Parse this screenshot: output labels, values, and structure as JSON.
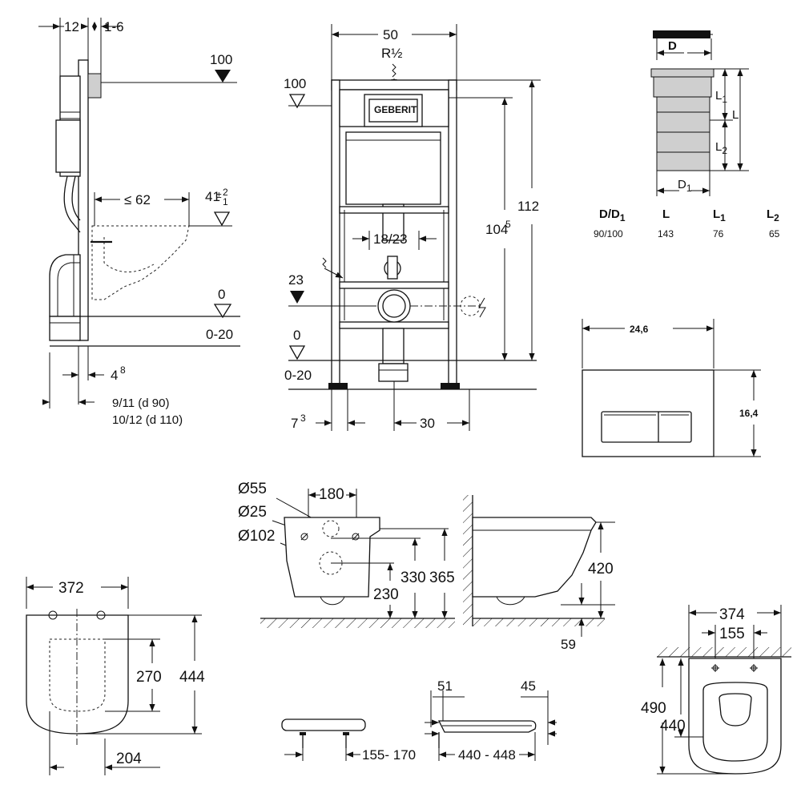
{
  "frame_side": {
    "dim_depth": "12",
    "dim_adjust": "1-6",
    "level_top": "100",
    "dim_max_projection": "≤ 62",
    "dim_height_base": "41",
    "dim_height_plus": "2",
    "dim_height_minus": "1",
    "level_floor": "0",
    "level_floor_range": "0-20",
    "dim_pipe_base": "4",
    "dim_pipe_sup": "8",
    "dim_wall_d90": "9/11   (d 90)",
    "dim_wall_d110": "10/12 (d 110)"
  },
  "frame_front": {
    "dim_width": "50",
    "inlet_label": "R½",
    "level_top": "100",
    "dim_total_height": "112",
    "dim_inner_height_base": "104",
    "dim_inner_height_sup": "5",
    "dim_bolt_spacing": "18/23",
    "level_drain": "23",
    "level_floor": "0",
    "level_floor_range": "0-20",
    "dim_offset_base": "7",
    "dim_offset_sup": "3",
    "dim_drain_offset": "30"
  },
  "connector": {
    "label_d": "D",
    "label_l1": "L",
    "label_l1_sub": "1",
    "label_l": "L",
    "label_l2": "L",
    "label_l2_sub": "2",
    "label_d1": "D",
    "label_d1_sub": "1",
    "table_headers": [
      {
        "base": "D/D",
        "sub": "1"
      },
      {
        "base": "L",
        "sub": ""
      },
      {
        "base": "L",
        "sub": "1"
      },
      {
        "base": "L",
        "sub": "2"
      }
    ],
    "table_row": [
      "90/100",
      "143",
      "76",
      "65"
    ]
  },
  "flush_plate": {
    "dim_width": "24,6",
    "dim_height": "16,4"
  },
  "bowl_side": {
    "dim_drain_dia": "Ø55",
    "dim_bolt_dia": "Ø25",
    "dim_outlet_dia": "Ø102",
    "dim_top_width": "180",
    "dim_h230": "230",
    "dim_h330": "330",
    "dim_h365": "365"
  },
  "bowl_profile": {
    "dim_height": "420",
    "dim_bottom": "59"
  },
  "seat_top": {
    "dim_width": "372",
    "dim_opening": "270",
    "dim_length": "444",
    "dim_bottom": "204"
  },
  "seat_side": {
    "dim_hinge_range": "155- 170"
  },
  "seat_side2": {
    "dim_hinge_top": "51",
    "dim_front": "45",
    "dim_length_range": "440 - 448"
  },
  "bowl_top": {
    "dim_width": "374",
    "dim_bolt_spacing": "155",
    "dim_length": "490",
    "dim_inner_length": "440"
  }
}
